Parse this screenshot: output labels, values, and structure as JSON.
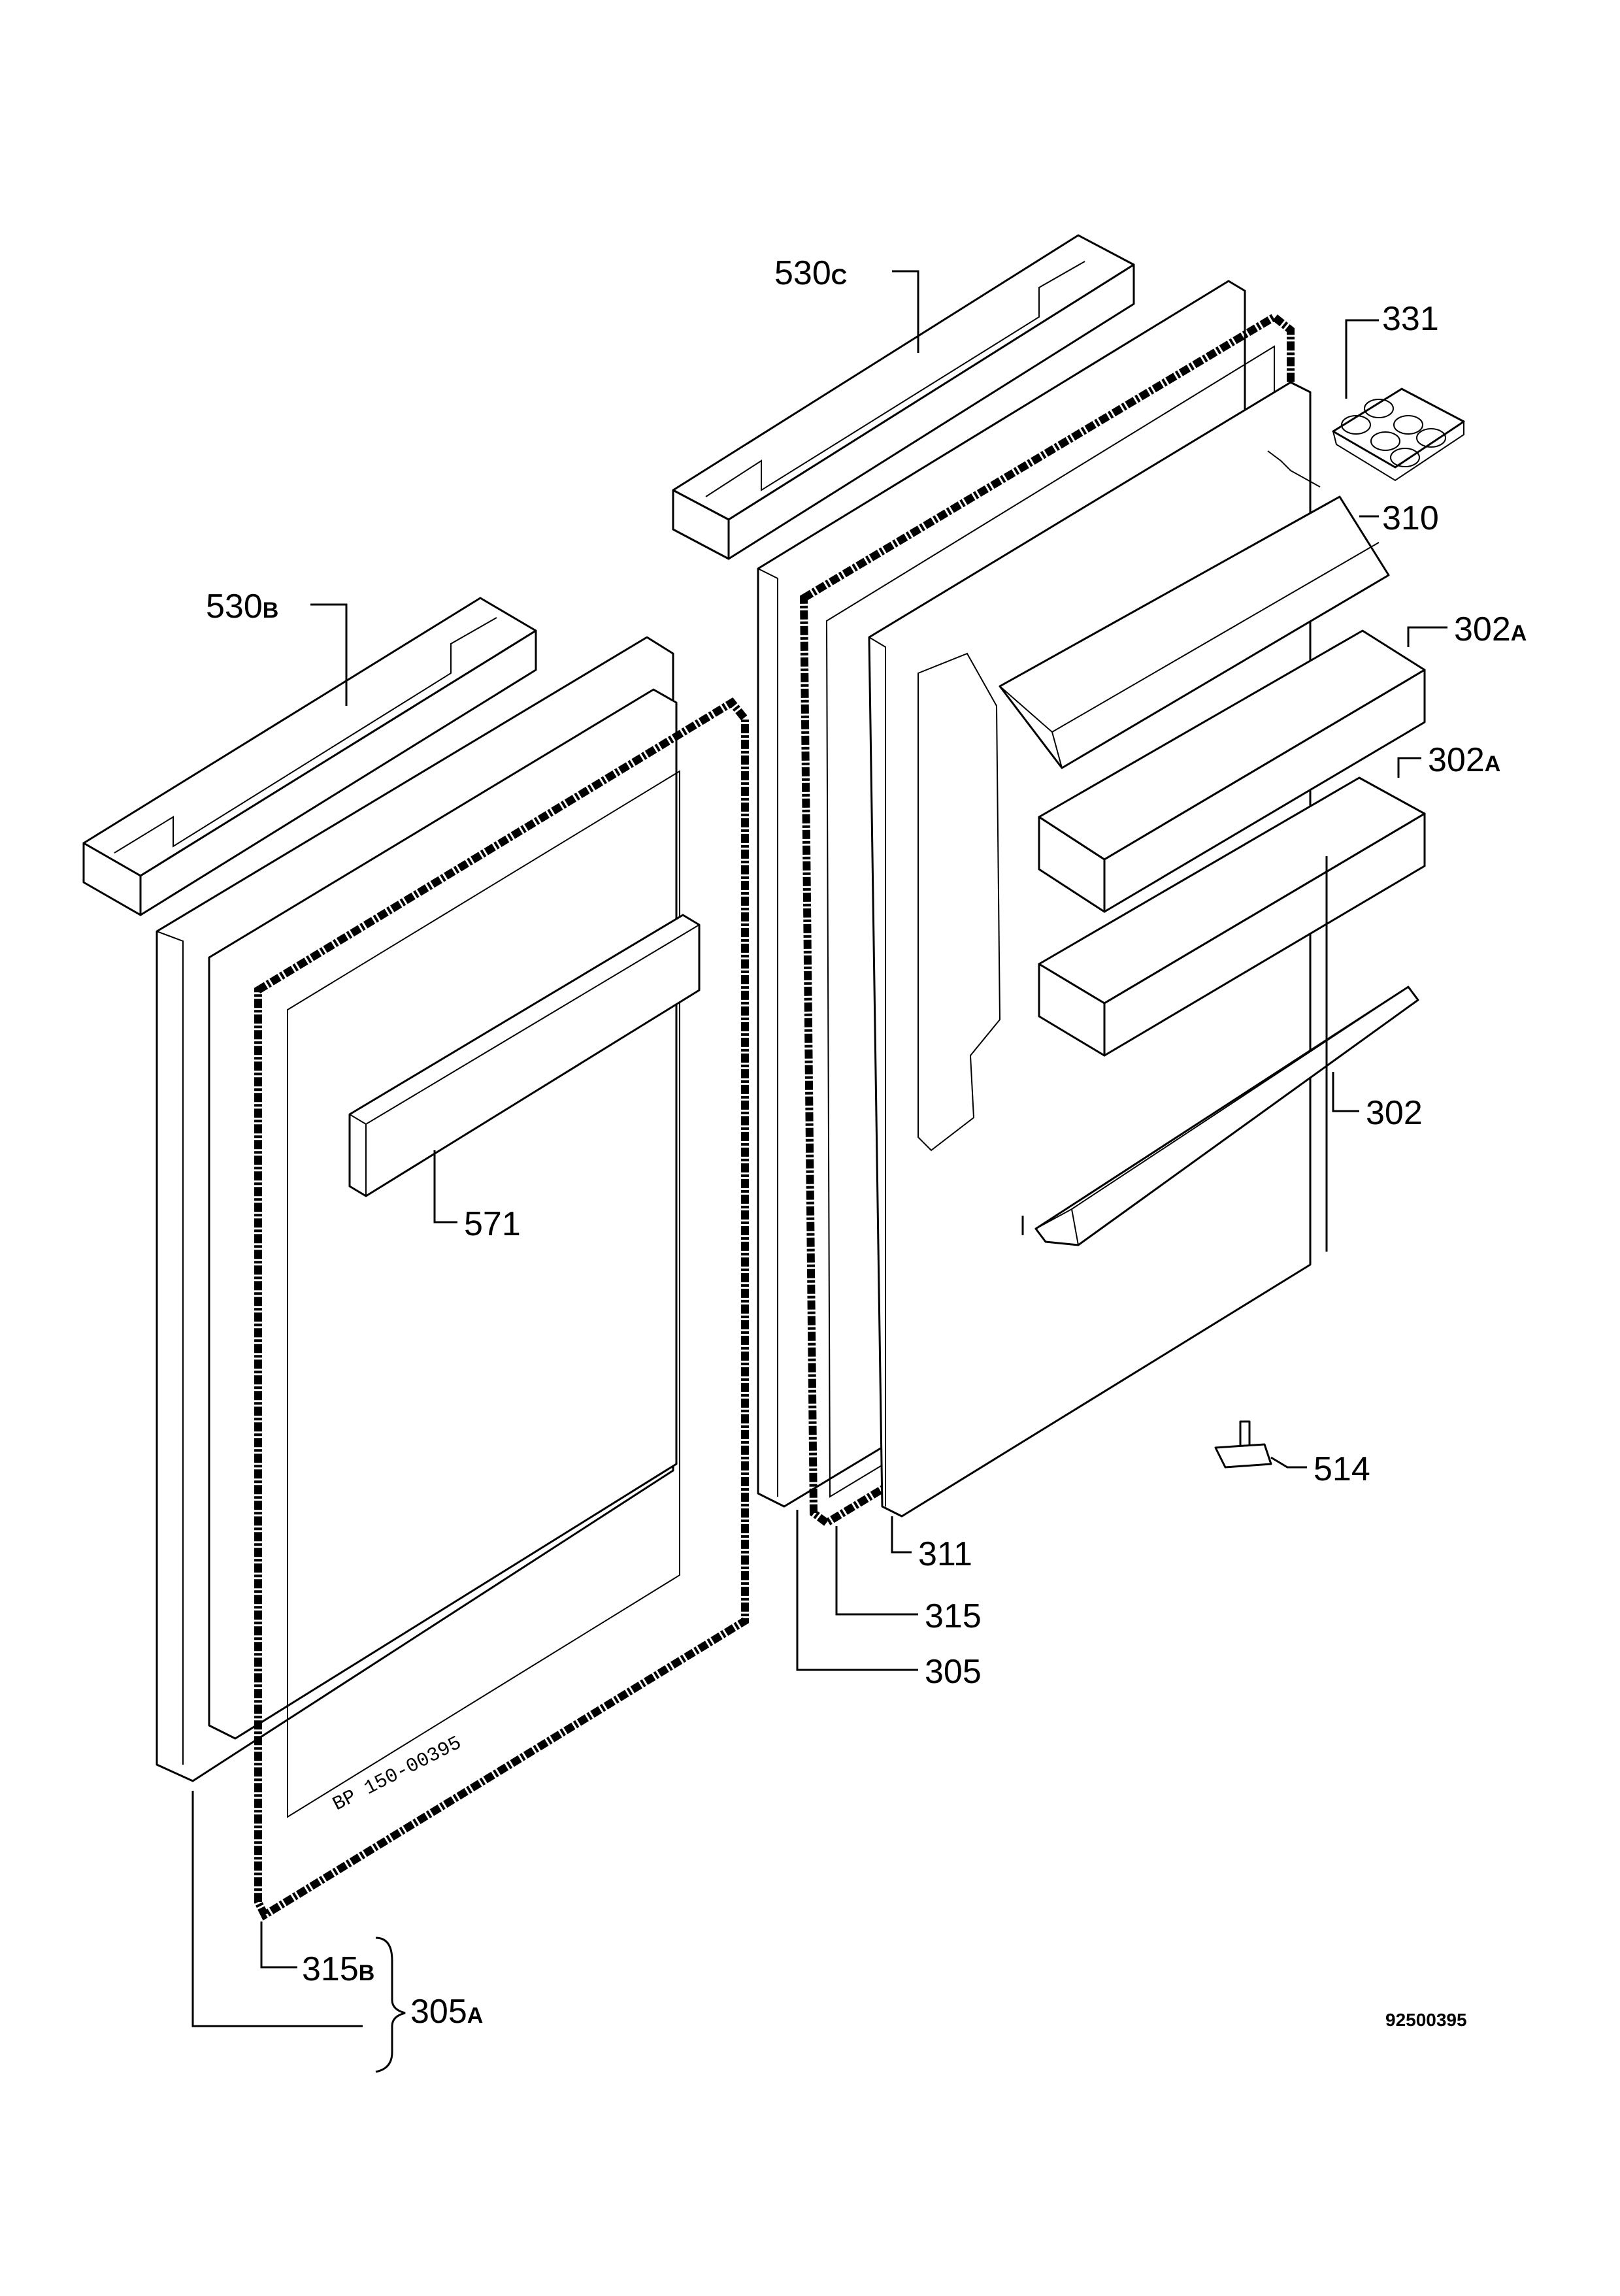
{
  "diagram": {
    "labels": [
      {
        "key": "530c",
        "num": "530",
        "suffix": "C"
      },
      {
        "key": "530b",
        "num": "530",
        "suffix": "B"
      },
      {
        "key": "331",
        "num": "331",
        "suffix": ""
      },
      {
        "key": "310",
        "num": "310",
        "suffix": ""
      },
      {
        "key": "302a_1",
        "num": "302",
        "suffix": "A"
      },
      {
        "key": "302a_2",
        "num": "302",
        "suffix": "A"
      },
      {
        "key": "302",
        "num": "302",
        "suffix": ""
      },
      {
        "key": "571",
        "num": "571",
        "suffix": ""
      },
      {
        "key": "514",
        "num": "514",
        "suffix": ""
      },
      {
        "key": "311",
        "num": "311",
        "suffix": ""
      },
      {
        "key": "315",
        "num": "315",
        "suffix": ""
      },
      {
        "key": "305",
        "num": "305",
        "suffix": ""
      },
      {
        "key": "315b",
        "num": "315",
        "suffix": "B"
      },
      {
        "key": "305a",
        "num": "305",
        "suffix": "A"
      }
    ],
    "frame_stamp": "BP 150-00395",
    "document_number": "92500395"
  }
}
